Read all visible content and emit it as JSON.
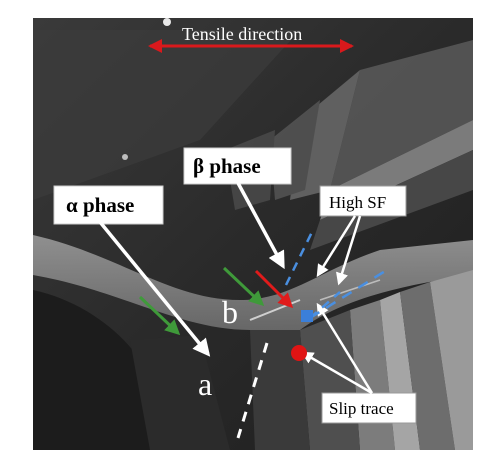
{
  "figure": {
    "tensile_direction": "Tensile direction",
    "alpha_phase": "α phase",
    "beta_phase": "β phase",
    "high_sf": "High SF",
    "slip_trace": "Slip trace",
    "marker_a": "a",
    "marker_b": "b"
  },
  "colors": {
    "tensile_arrow": "#d9191c",
    "green_arrow": "#3f9a3a",
    "red_arrow": "#e01b1b",
    "blue_dash": "#4a8fe0",
    "blue_square": "#3b7fd9",
    "red_dot": "#e01414"
  }
}
